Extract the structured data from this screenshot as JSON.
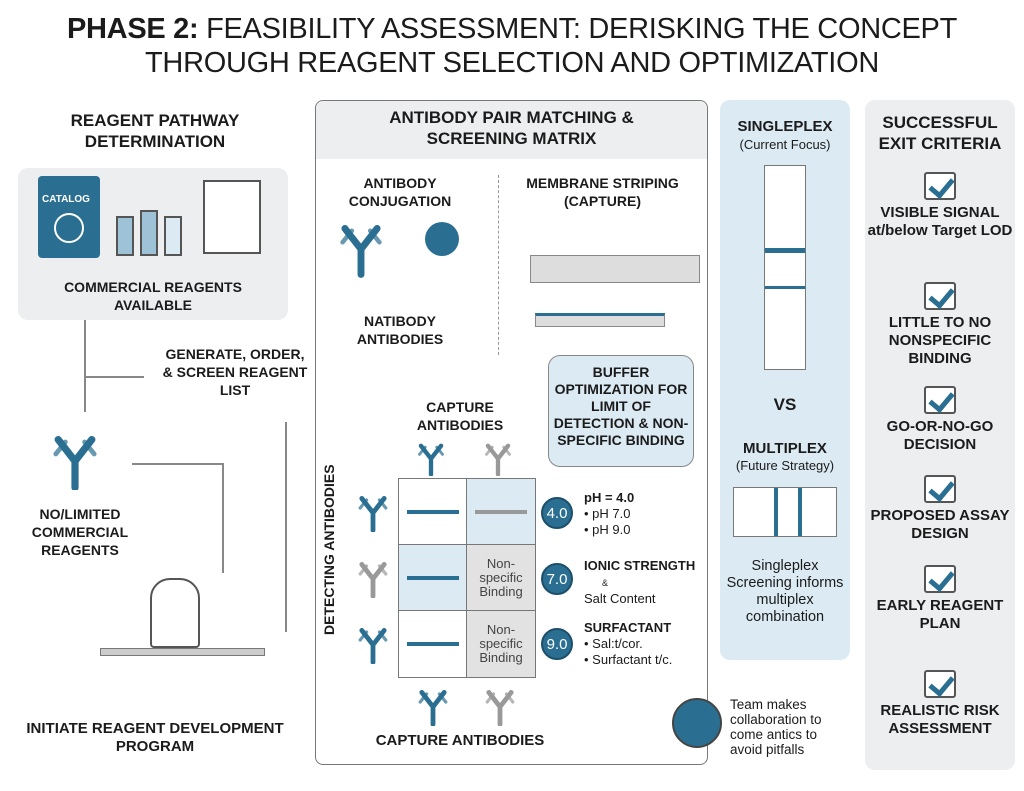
{
  "title": {
    "bold": "PHASE 2:",
    "rest": " FEASIBILITY ASSESSMENT: DERISKING THE CONCEPT",
    "line2": "THROUGH REAGENT SELECTION AND OPTIMIZATION"
  },
  "left": {
    "heading": "REAGENT PATHWAY DETERMINATION",
    "catalog": "CATALOG",
    "commercial": "COMMERCIAL REAGENTS AVAILABLE",
    "generate": "GENERATE, ORDER, & SCREEN REAGENT LIST",
    "limited": "NO/LIMITED COMMERCIAL REAGENTS",
    "initiate": "INITIATE REAGENT DEVELOPMENT PROGRAM"
  },
  "matrix": {
    "heading": "ANTIBODY PAIR MATCHING & SCREENING MATRIX",
    "conjugation": "ANTIBODY CONJUGATION",
    "natibody": "NATIBODY ANTIBODIES",
    "striping": "MEMBRANE STRIPING (CAPTURE)",
    "buffer": "BUFFER OPTIMIZATION FOR LIMIT OF DETECTION & NON-SPECIFIC BINDING",
    "capture_top": "CAPTURE ANTIBODIES",
    "detecting": "DETECTING ANTIBODIES",
    "capture_bottom": "CAPTURE ANTIBODIES",
    "nsb": "Non-specific Binding",
    "options": [
      {
        "badge": "4.0",
        "title": "pH = 4.0",
        "items": [
          "• pH 7.0",
          "• pH 9.0"
        ]
      },
      {
        "badge": "7.0",
        "title": "IONIC STRENGTH",
        "amp": "&",
        "items": [
          "Salt Content"
        ]
      },
      {
        "badge": "9.0",
        "title": "SURFACTANT",
        "items": [
          "• Sal:t/cor.",
          "• Surfactant t/c."
        ]
      }
    ],
    "team": "Team makes collaboration to come antics to avoid pitfalls"
  },
  "plex": {
    "single": "SINGLEPLEX",
    "single_sub": "(Current Focus)",
    "vs": "VS",
    "multi": "MULTIPLEX",
    "multi_sub": "(Future Strategy)",
    "note": "Singleplex Screening informs multiplex combination"
  },
  "exit": {
    "heading": "SUCCESSFUL EXIT CRITERIA",
    "items": [
      "VISIBLE SIGNAL at/below Target LOD",
      "LITTLE TO NO NONSPECIFIC BINDING",
      "GO-OR-NO-GO DECISION",
      "PROPOSED ASSAY DESIGN",
      "EARLY REAGENT PLAN",
      "REALISTIC RISK ASSESSMENT"
    ]
  },
  "colors": {
    "accent": "#2a6f91",
    "panel": "#eceef0",
    "light_blue": "#dcebf3"
  }
}
